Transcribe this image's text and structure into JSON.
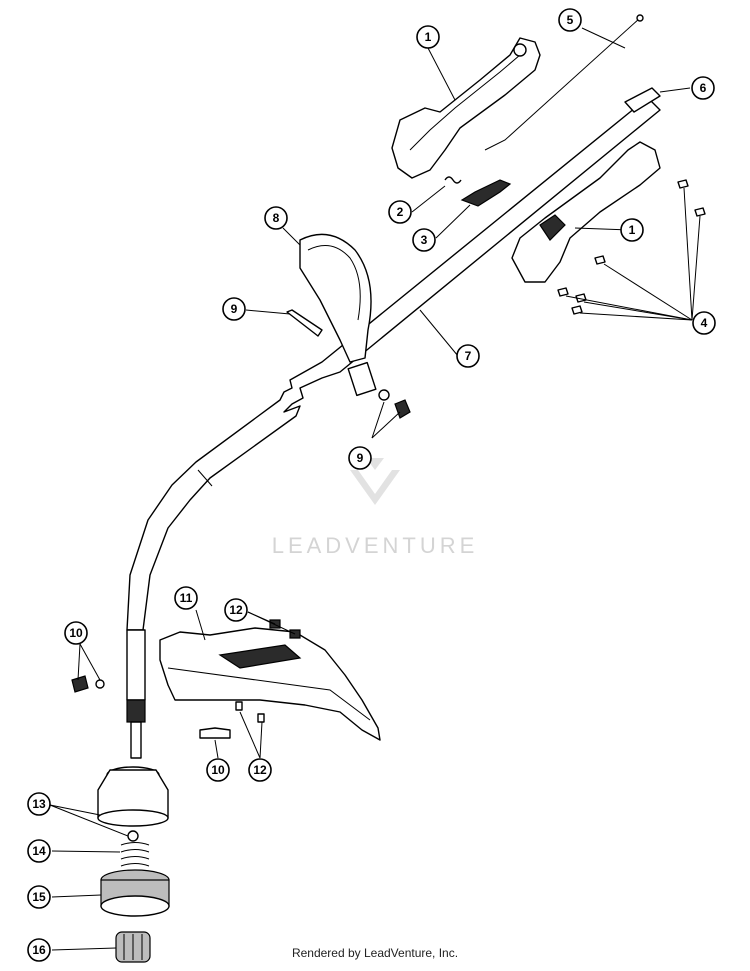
{
  "watermark": {
    "brand": "LEADVENTURE"
  },
  "footer": {
    "text": "Rendered by LeadVenture, Inc."
  },
  "callouts": [
    {
      "id": "c1a",
      "label": "1"
    },
    {
      "id": "c1b",
      "label": "1"
    },
    {
      "id": "c2",
      "label": "2"
    },
    {
      "id": "c3",
      "label": "3"
    },
    {
      "id": "c4",
      "label": "4"
    },
    {
      "id": "c5",
      "label": "5"
    },
    {
      "id": "c6",
      "label": "6"
    },
    {
      "id": "c7",
      "label": "7"
    },
    {
      "id": "c8",
      "label": "8"
    },
    {
      "id": "c9a",
      "label": "9"
    },
    {
      "id": "c9b",
      "label": "9"
    },
    {
      "id": "c10a",
      "label": "10"
    },
    {
      "id": "c10b",
      "label": "10"
    },
    {
      "id": "c11",
      "label": "11"
    },
    {
      "id": "c12a",
      "label": "12"
    },
    {
      "id": "c12b",
      "label": "12"
    },
    {
      "id": "c13",
      "label": "13"
    },
    {
      "id": "c14",
      "label": "14"
    },
    {
      "id": "c15",
      "label": "15"
    },
    {
      "id": "c16",
      "label": "16"
    }
  ]
}
